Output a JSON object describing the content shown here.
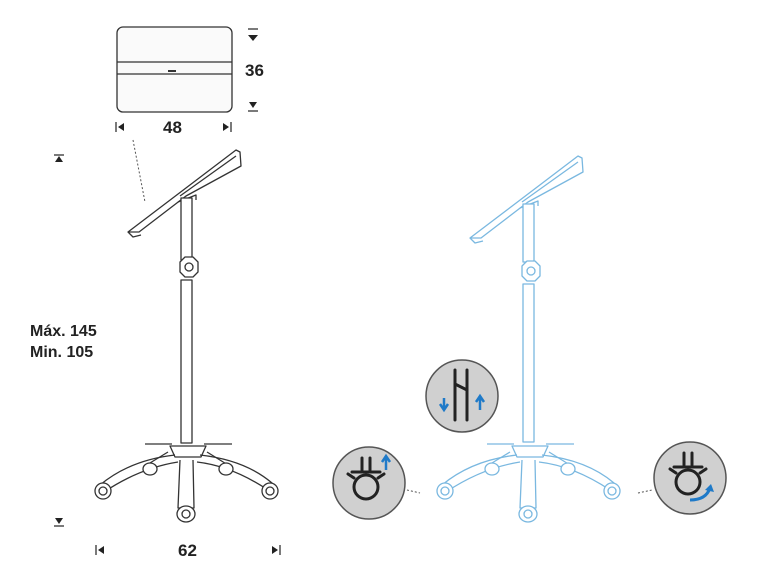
{
  "dimensions": {
    "top_width": "48",
    "top_depth": "36",
    "height_max": "Máx. 145",
    "height_min": "Min. 105",
    "base_width": "62"
  },
  "colors": {
    "line": "#333333",
    "accent_line": "#7ab8e0",
    "icon_fill": "#d0d0d0",
    "arrow_blue": "#1f7ac8"
  },
  "icons": {
    "height_adjust": "height-adjust-icon",
    "caster_lock": "caster-lock-icon",
    "caster_rotate": "caster-rotate-icon"
  }
}
